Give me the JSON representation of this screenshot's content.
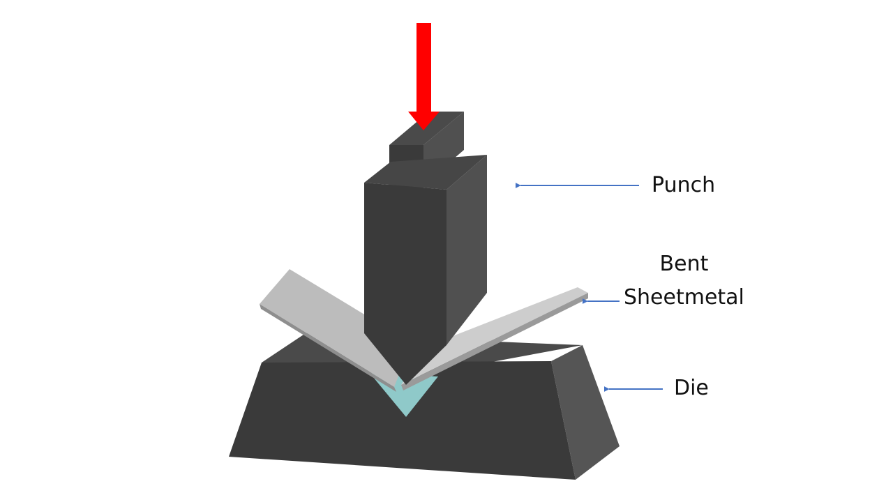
{
  "labels": {
    "punch": "Punch",
    "sheet_line1": "Bent",
    "sheet_line2": "Sheetmetal",
    "die": "Die"
  },
  "colors": {
    "force_arrow": "#ff0000",
    "callout_arrow": "#4472c4",
    "punch_front": "#3a3a3a",
    "punch_side": "#505050",
    "punch_top": "#464646",
    "die_front": "#3a3a3a",
    "die_side": "#555555",
    "die_top": "#4a4a4a",
    "sheet_top": "#bdbdbd",
    "sheet_right": "#cfcfcf",
    "sheet_edge": "#8a8a8a",
    "die_groove": "#8fc9c9"
  },
  "icons": {
    "force": "down-arrow-icon",
    "callout": "left-arrow-icon"
  }
}
